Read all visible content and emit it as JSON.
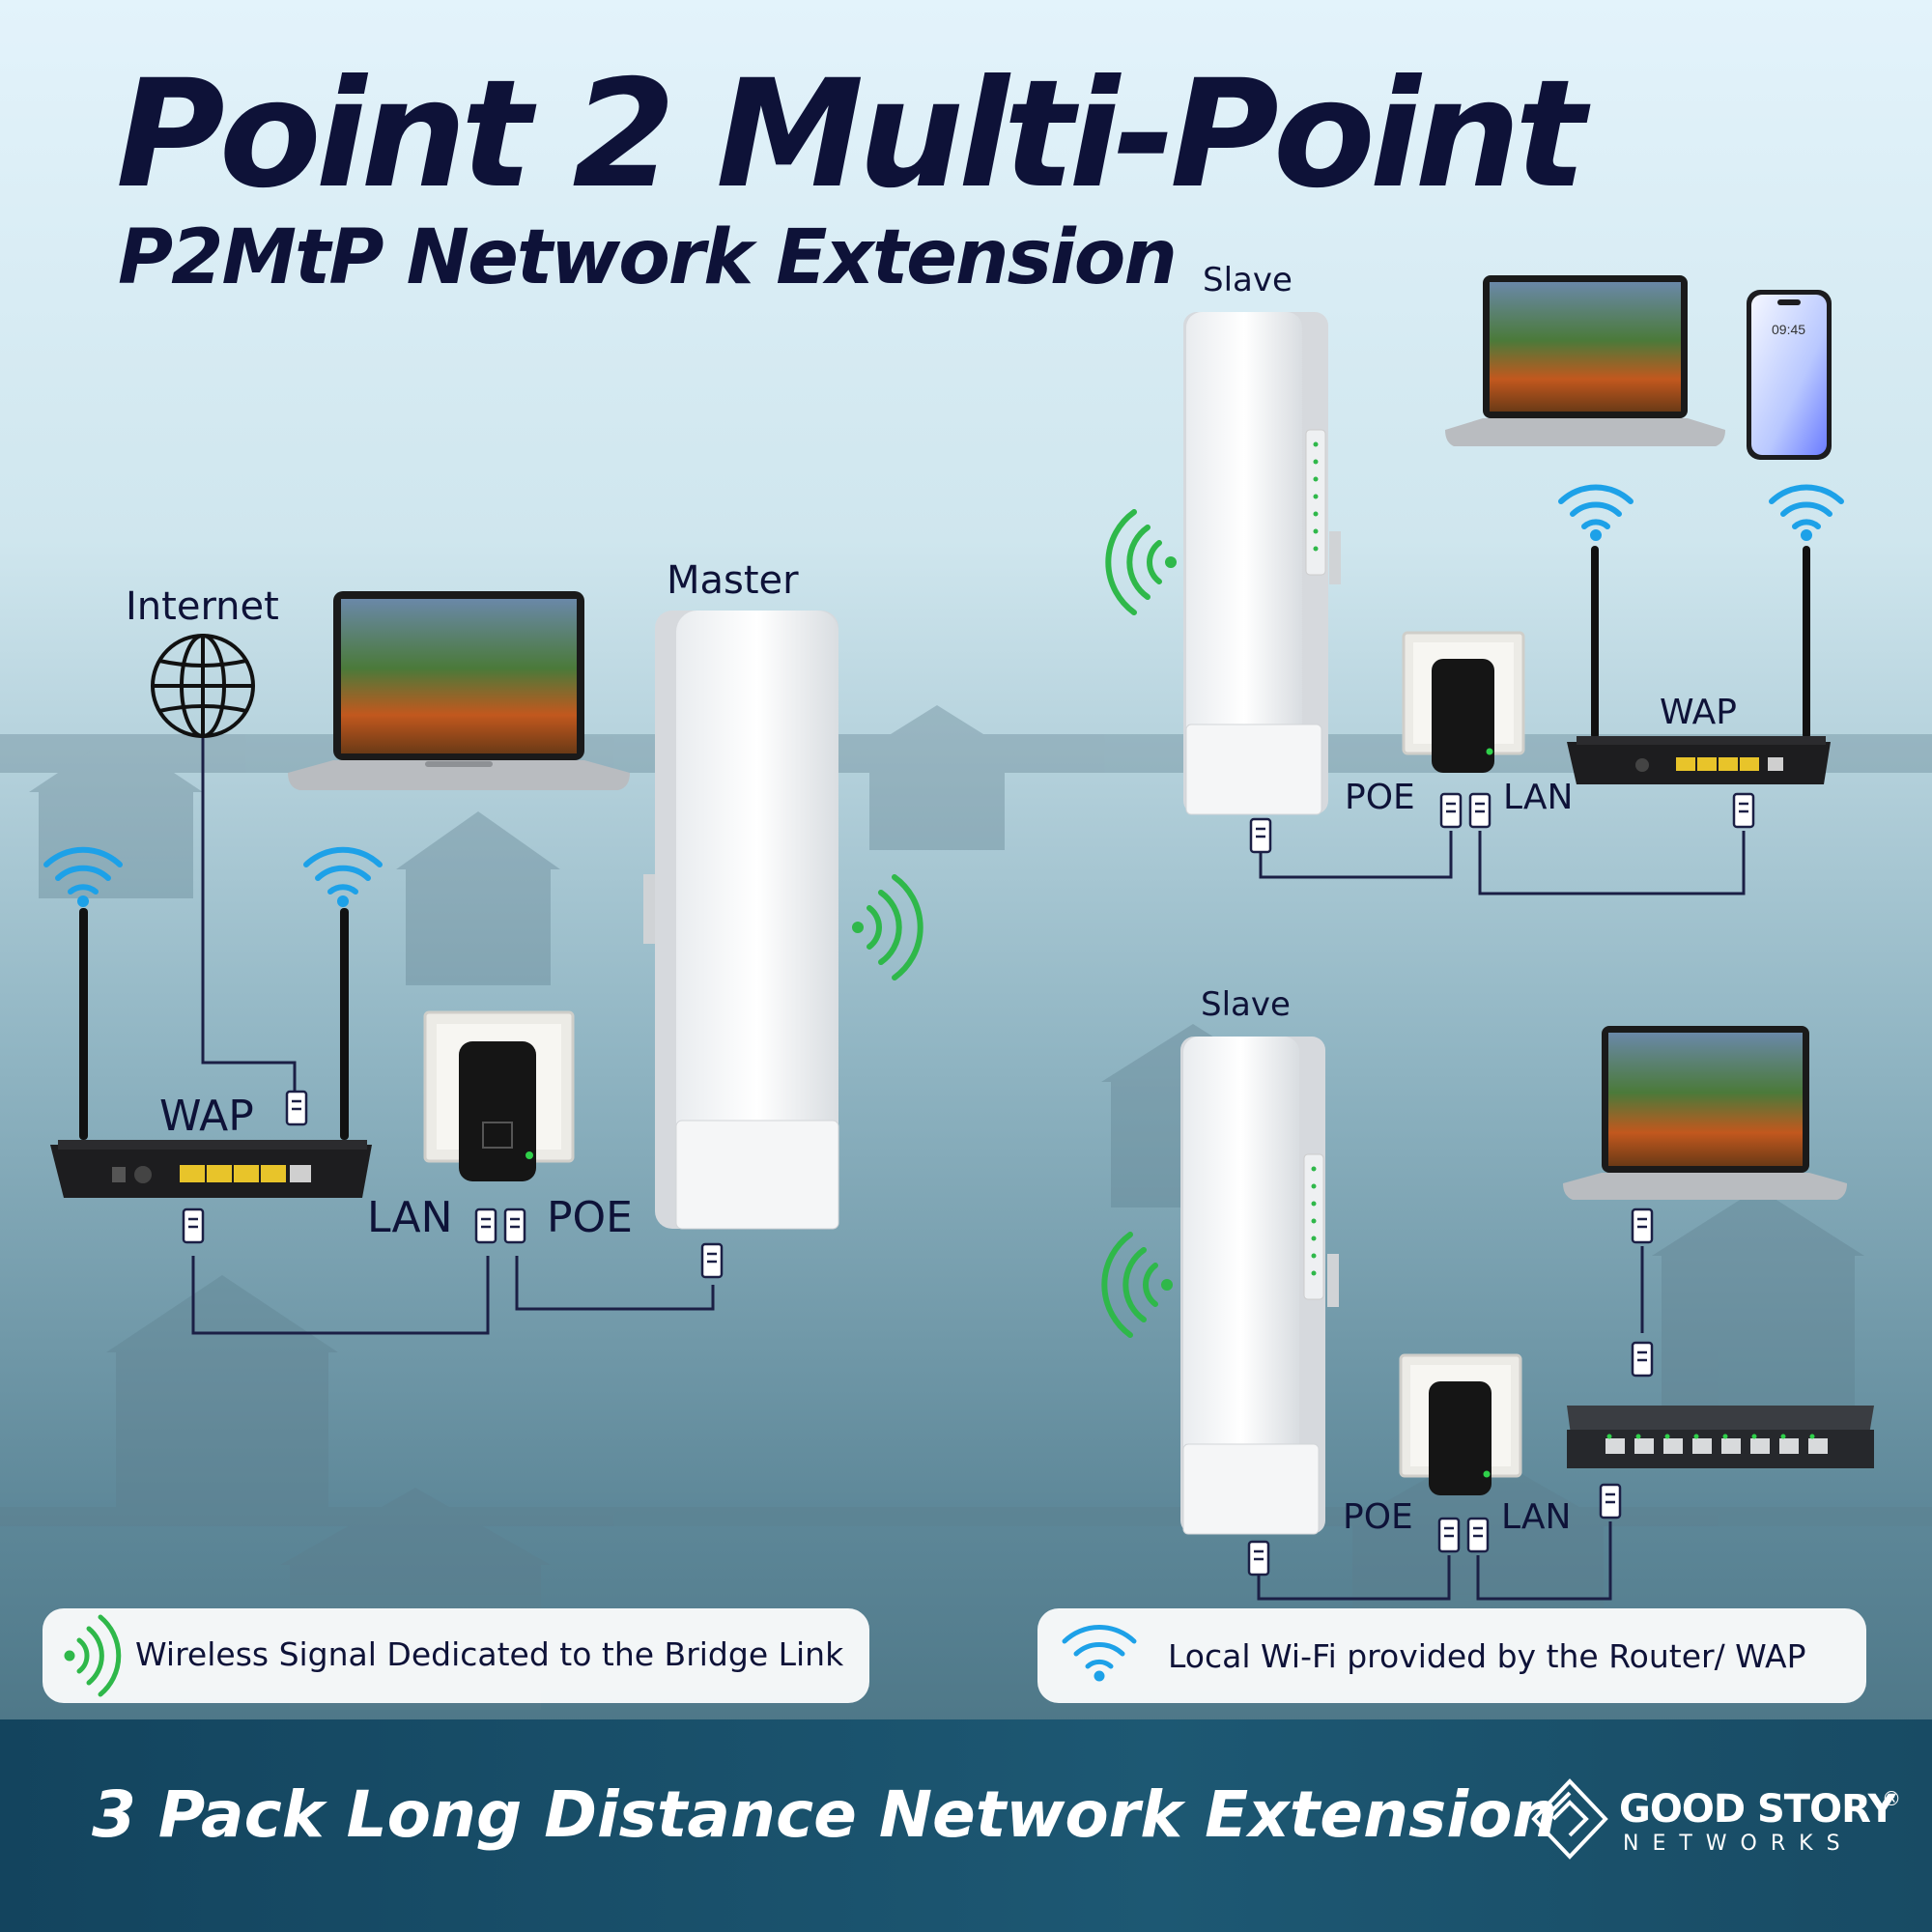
{
  "header": {
    "title": "Point 2 Multi-Point",
    "subtitle": "P2MtP Network Extension"
  },
  "diagram": {
    "internet_label": "Internet",
    "master_label": "Master",
    "slave_top_label": "Slave",
    "slave_bottom_label": "Slave",
    "left": {
      "wap_label": "WAP",
      "lan_label": "LAN",
      "poe_label": "POE"
    },
    "top_right": {
      "poe_label": "POE",
      "lan_label": "LAN",
      "wap_label": "WAP",
      "phone_time": "09:45"
    },
    "bottom_right": {
      "poe_label": "POE",
      "lan_label": "LAN"
    }
  },
  "legend": {
    "bridge_signal": "Wireless Signal Dedicated to the Bridge Link",
    "local_wifi": "Local Wi-Fi provided by the Router/ WAP"
  },
  "footer": {
    "tagline": "3 Pack Long Distance Network Extension",
    "brand_name": "GOOD STORY",
    "brand_mark": "®",
    "brand_sub": "NETWORKS"
  },
  "colors": {
    "title": "#0e1238",
    "bridge_signal": "#2fb84a",
    "wifi_signal": "#1da1e8",
    "cable": "#1b1f45",
    "footer_bg": "#184b64"
  },
  "icons": [
    "globe-icon",
    "laptop-icon",
    "phone-icon",
    "router-icon",
    "poe-injector-icon",
    "cpe-antenna-icon",
    "switch-icon",
    "ethernet-plug-icon",
    "wifi-icon",
    "bridge-signal-icon",
    "brand-logo-icon"
  ]
}
